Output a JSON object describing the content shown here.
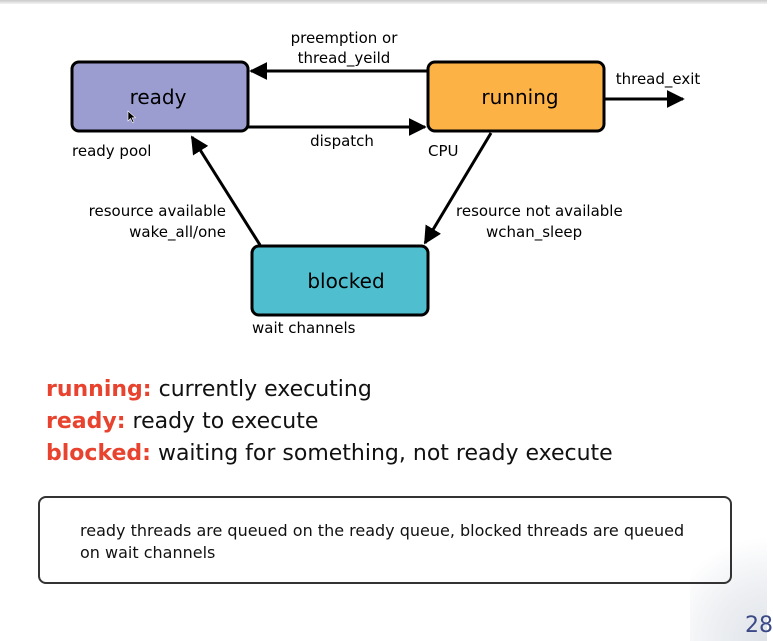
{
  "diagram": {
    "nodes": {
      "ready": {
        "label": "ready",
        "caption": "ready pool",
        "fill": "#9b9ccf"
      },
      "running": {
        "label": "running",
        "caption": "CPU",
        "fill": "#fdb246"
      },
      "blocked": {
        "label": "blocked",
        "caption": "wait channels",
        "fill": "#4fbfcf"
      }
    },
    "edges": {
      "preemption": [
        "preemption or",
        "thread_yeild"
      ],
      "dispatch": "dispatch",
      "thread_exit": "thread_exit",
      "wake": [
        "resource available",
        "wake_all/one"
      ],
      "sleep": [
        "resource not available",
        "wchan_sleep"
      ]
    }
  },
  "definitions": [
    {
      "term": "running:",
      "text": "currently executing"
    },
    {
      "term": "ready:",
      "text": "ready to execute"
    },
    {
      "term": "blocked:",
      "text": "waiting for something, not ready execute"
    }
  ],
  "note": "ready threads are queued on the ready queue, blocked threads are queued on wait channels",
  "slide_number": "28",
  "colors": {
    "term": "#e8432f",
    "slide_number": "#3b4a87"
  }
}
